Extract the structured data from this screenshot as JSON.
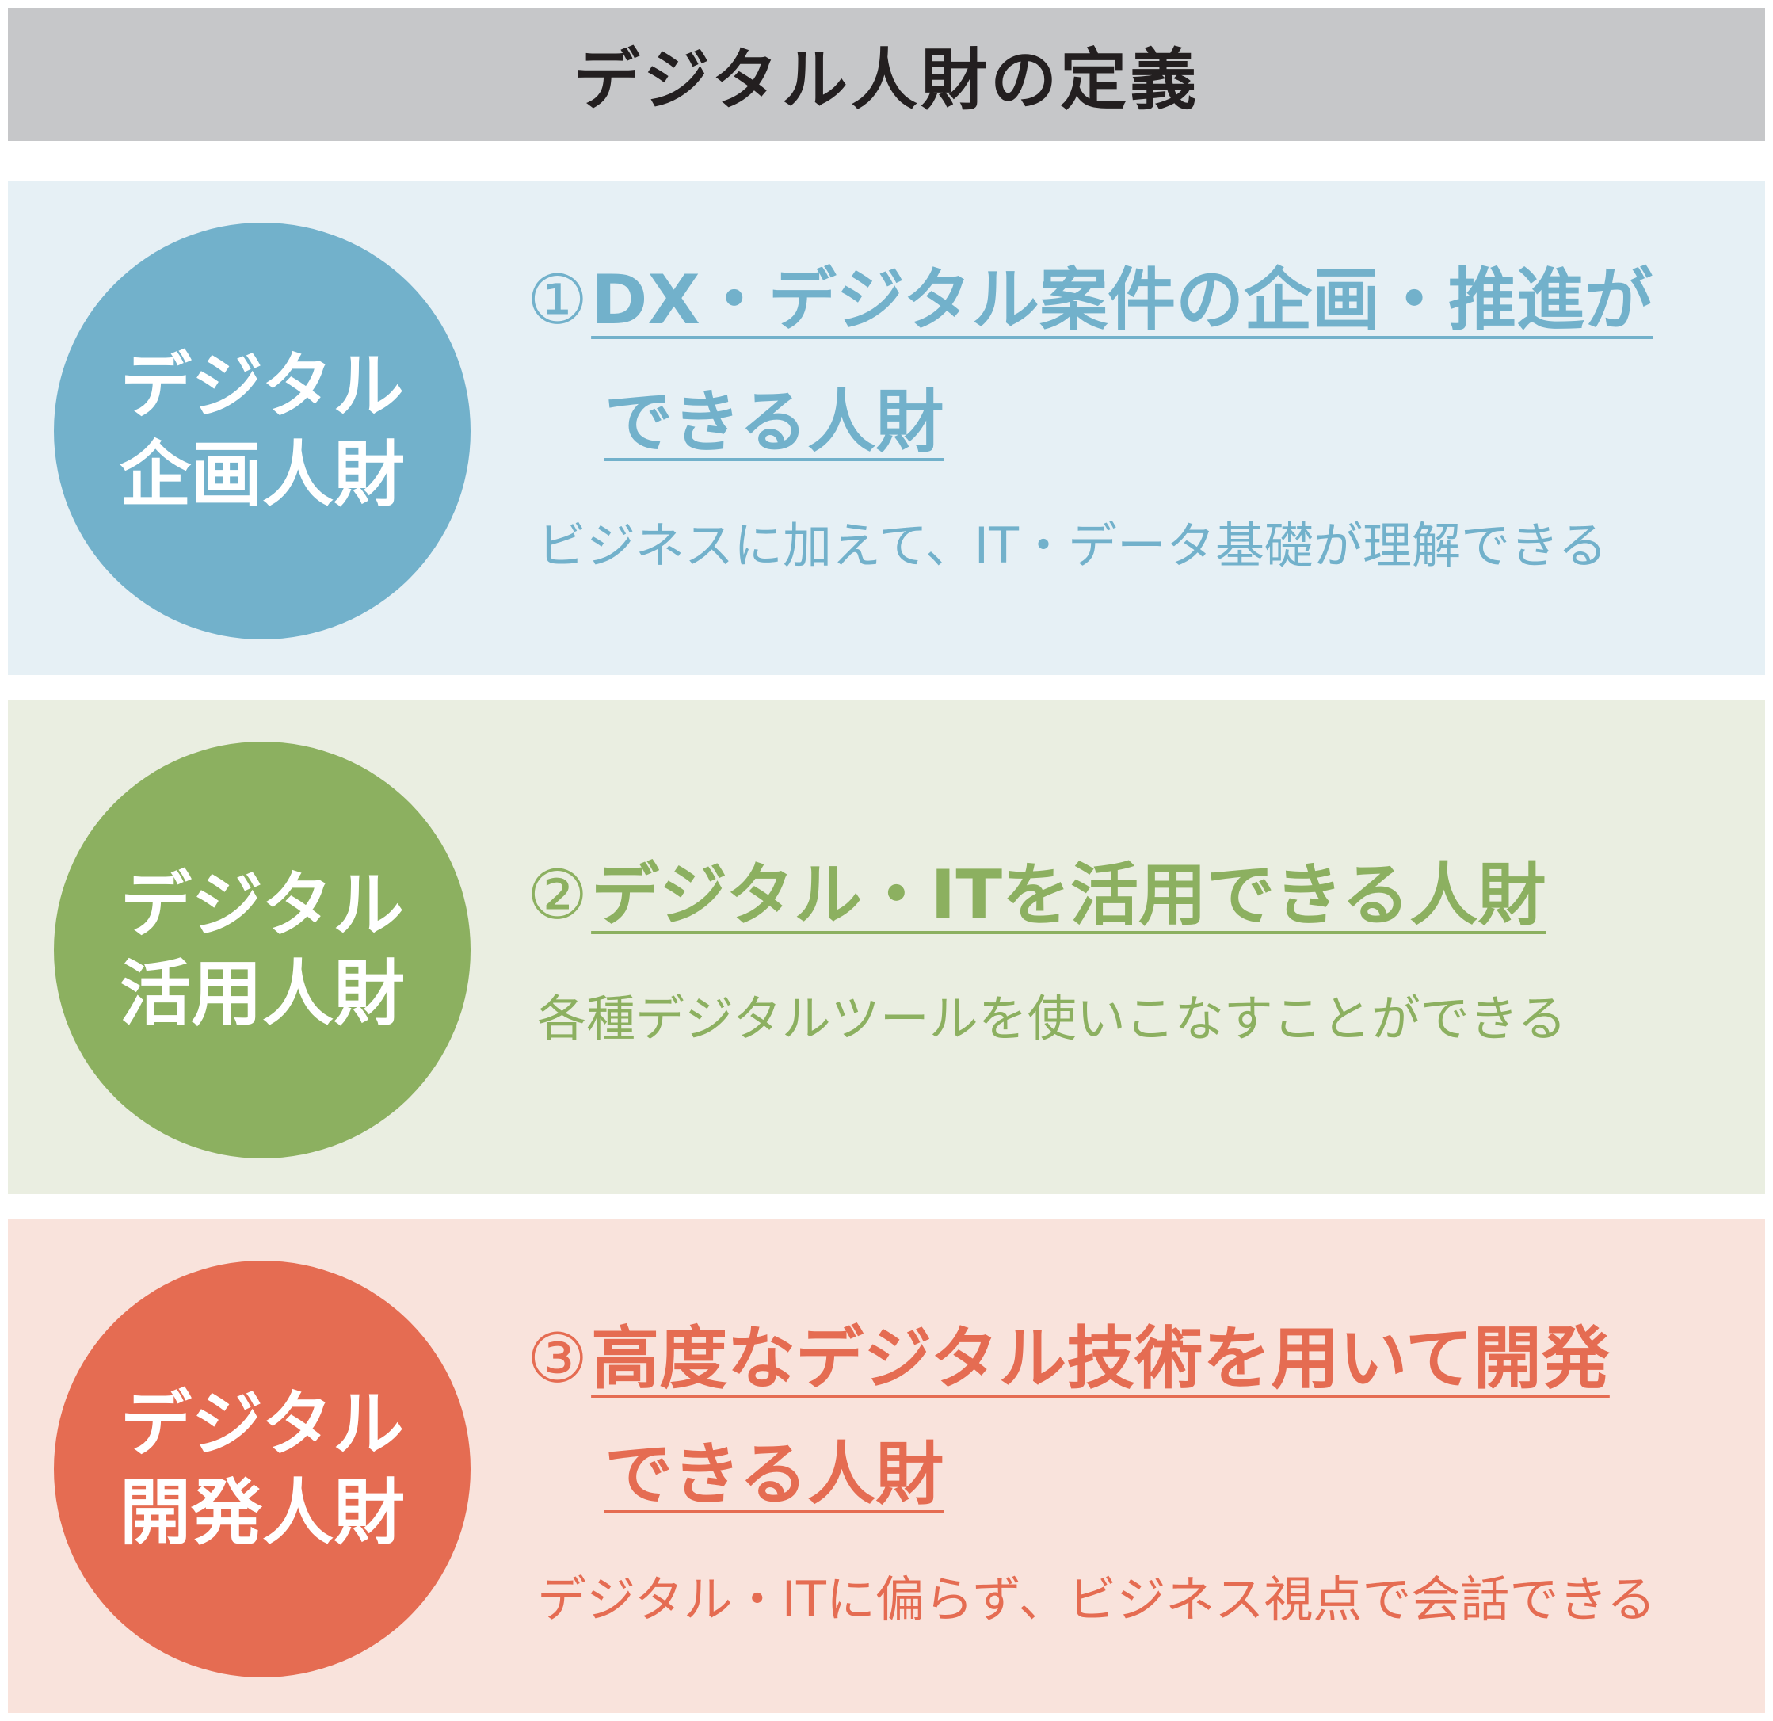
{
  "title": "デジタル人財の定義",
  "colors": {
    "header_bg": "#c6c7c9",
    "blue": "#72b1cb",
    "green": "#8cb060",
    "red": "#e56c52"
  },
  "items": [
    {
      "circle_line1": "デジタル",
      "circle_line2": "企画人財",
      "number": "①",
      "heading_line1": "DX・デジタル案件の企画・推進が",
      "heading_line2": "できる人財",
      "description": "ビジネスに加えて、IT・データ基礎が理解できる"
    },
    {
      "circle_line1": "デジタル",
      "circle_line2": "活用人財",
      "number": "②",
      "heading_line1": "デジタル・ITを活用できる人財",
      "description": "各種デジタルツールを使いこなすことができる"
    },
    {
      "circle_line1": "デジタル",
      "circle_line2": "開発人財",
      "number": "③",
      "heading_line1": "高度なデジタル技術を用いて開発",
      "heading_line2": "できる人財",
      "description": "デジタル・ITに偏らず、ビジネス視点で会話できる"
    }
  ]
}
